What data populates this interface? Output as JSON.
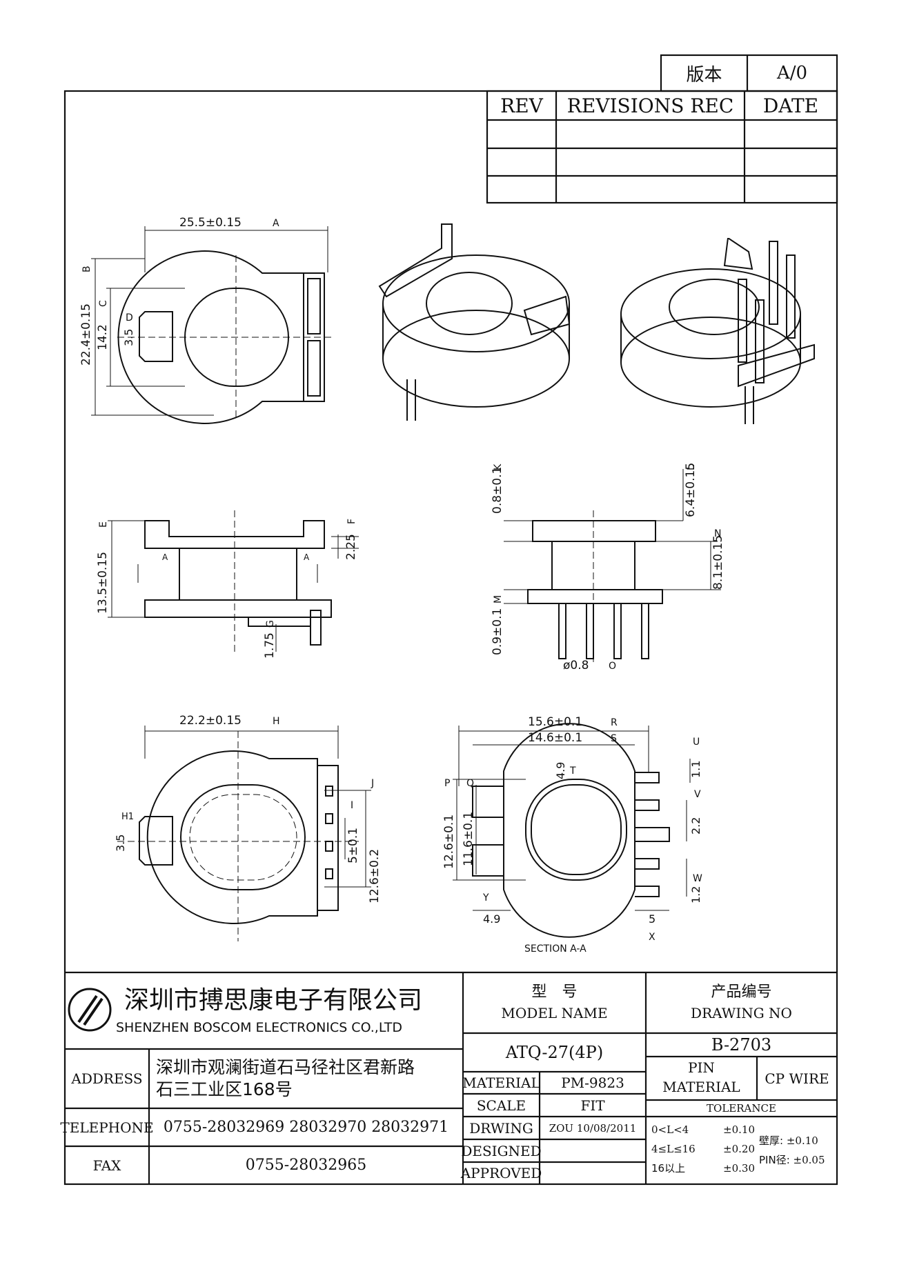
{
  "version_box": {
    "label": "版本",
    "value": "A/0"
  },
  "revisions_table": {
    "headers": [
      "REV",
      "REVISIONS REC",
      "DATE"
    ],
    "rows": [
      [
        "",
        "",
        ""
      ],
      [
        "",
        "",
        ""
      ],
      [
        "",
        "",
        ""
      ]
    ]
  },
  "views": {
    "top": {
      "dim_width": "25.5±0.15",
      "tag_width": "A",
      "dim_height": "22.4±0.15",
      "tag_height": "B",
      "dim_core": "14.2",
      "tag_core": "C",
      "dim_slot": "3.5",
      "tag_slot": "D"
    },
    "side_left": {
      "dim_height": "13.5±0.15",
      "tag_height": "E",
      "dim_flange": "2.25",
      "tag_flange": "F",
      "dim_pin_stub": "1.75",
      "tag_pin_stub": "G",
      "section_mark": "A"
    },
    "side_right": {
      "dim_top": "0.8±0.1",
      "tag_top": "K",
      "dim_top_flange": "6.4±0.15",
      "tag_top_flange": "L",
      "dim_body": "8.1±0.15",
      "tag_body": "N",
      "dim_base": "0.9±0.1",
      "tag_base": "M",
      "dim_pin": "ø0.8",
      "tag_pin": "O"
    },
    "bottom": {
      "dim_width": "22.2±0.15",
      "tag_width": "H",
      "dim_slot": "3.5",
      "tag_slot": "H1",
      "dim_pitch": "5±0.1",
      "tag_pitch": "I",
      "dim_span": "12.6±0.2",
      "tag_span": "J"
    },
    "section": {
      "dim_outer": "15.6±0.1",
      "tag_outer": "R",
      "dim_inner": "14.6±0.1",
      "tag_inner": "S",
      "dim_top_gap": "4.9",
      "tag_top_gap": "T",
      "dim_p": "12.6±0.1",
      "tag_p": "P",
      "dim_q": "11.6±0.1",
      "tag_q": "Q",
      "dim_bottom_gap": "4.9",
      "tag_bottom_gap": "Y",
      "dim_u": "1.1",
      "tag_u": "U",
      "dim_v": "2.2",
      "tag_v": "V",
      "dim_w": "1.2",
      "tag_w": "W",
      "dim_x": "5",
      "tag_x": "X",
      "caption": "SECTION A-A"
    }
  },
  "title_block": {
    "company_cn": "深圳市搏思康电子有限公司",
    "company_en": "SHENZHEN BOSCOM ELECTRONICS CO.,LTD",
    "model_label_cn": "型　号",
    "model_label_en": "MODEL NAME",
    "model_value": "ATQ-27(4P)",
    "drawing_label_cn": "产品编号",
    "drawing_label_en": "DRAWING NO",
    "drawing_value": "B-2703",
    "address_label": "ADDRESS",
    "address_line1": "深圳市观澜街道石马径社区君新路",
    "address_line2": "石三工业区168号",
    "telephone_label": "TELEPHONE",
    "telephone_value": "0755-28032969 28032970 28032971",
    "fax_label": "FAX",
    "fax_value": "0755-28032965",
    "material_label": "MATERIAL",
    "material_value": "PM-9823",
    "scale_label": "SCALE",
    "scale_value": "FIT",
    "drawing_by_label": "DRWING",
    "drawing_by_value": "ZOU 10/08/2011",
    "designed_label": "DESIGNED",
    "designed_value": "",
    "approved_label": "APPROVED",
    "approved_value": "",
    "pin_material_label_1": "PIN",
    "pin_material_label_2": "MATERIAL",
    "pin_material_value": "CP WIRE",
    "tolerance_label": "TOLERANCE",
    "tolerance_rows": [
      {
        "range": "0<L<4",
        "value": "±0.10"
      },
      {
        "range": "4≤L≤16",
        "value": "±0.20"
      },
      {
        "range": "16以上",
        "value": "±0.30"
      }
    ],
    "wall_label": "壁厚:",
    "wall_value": "±0.10",
    "pin_dia_label": "PIN径:",
    "pin_dia_value": "±0.05"
  }
}
